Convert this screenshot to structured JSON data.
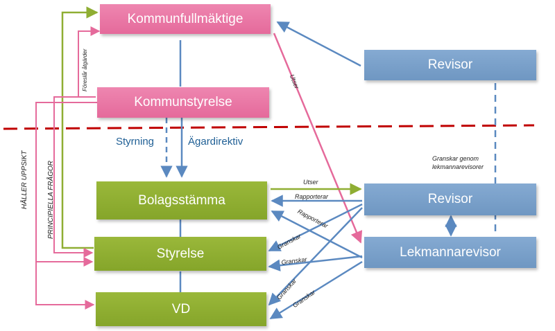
{
  "nodes": {
    "kommunfullmaktige": "Kommunfullmäktige",
    "kommunstyrelse": "Kommunstyrelse",
    "revisor_top": "Revisor",
    "bolagsstamma": "Bolagsstämma",
    "styrelse": "Styrelse",
    "vd": "VD",
    "revisor_bottom": "Revisor",
    "lekmannarevisor": "Lekmannarevisor"
  },
  "labels": {
    "styrning": "Styrning",
    "agardirektiv": "Ägardirektiv",
    "utser_diag": "Utser",
    "utser_h": "Utser",
    "rapporterar_1": "Rapporterar",
    "rapporterar_2": "Rapporterar",
    "granskar_1": "Granskar",
    "granskar_2": "Granskar",
    "granskar_3": "Granskar",
    "granskar_4": "Granskar",
    "granskar_genom_1": "Granskar genom",
    "granskar_genom_2": "lekmannarevisorer",
    "foreslar": "Föreslår åtgärder",
    "haller_uppsikt": "HÅLLER UPPSIKT",
    "principiella": "PRINCIPIELLA FRÅGOR"
  },
  "colors": {
    "pink": "#e56a9b",
    "green": "#8fae33",
    "blue": "#5b89c0",
    "red_dashed": "#c00000",
    "text_blue": "#1f5f95"
  }
}
